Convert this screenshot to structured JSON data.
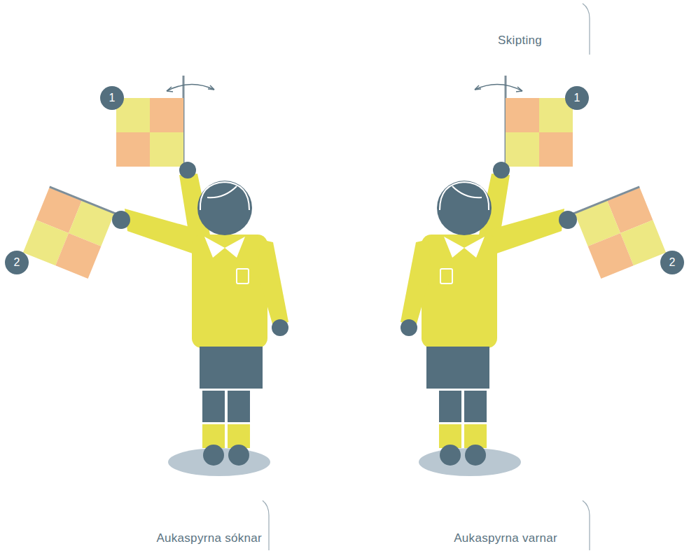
{
  "diagram": {
    "labels": [
      "Skipting",
      "1",
      "1",
      "2",
      "2",
      "Aukaspyrna sóknar",
      "Aukaspyrna varnar"
    ]
  }
}
